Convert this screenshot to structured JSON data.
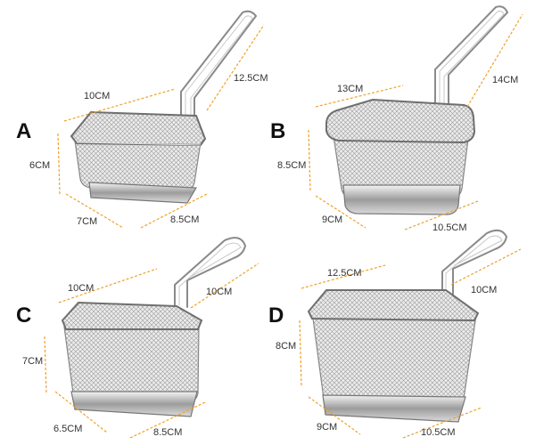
{
  "colors": {
    "accent": "#f0a22a",
    "metal": "#8a8a8a",
    "background": "#ffffff"
  },
  "panels": [
    {
      "letter": "A",
      "dims": [
        "10CM",
        "12.5CM",
        "6CM",
        "7CM",
        "8.5CM"
      ]
    },
    {
      "letter": "B",
      "dims": [
        "13CM",
        "14CM",
        "8.5CM",
        "9CM",
        "10.5CM"
      ]
    },
    {
      "letter": "C",
      "dims": [
        "10CM",
        "10CM",
        "7CM",
        "6.5CM",
        "8.5CM"
      ]
    },
    {
      "letter": "D",
      "dims": [
        "12.5CM",
        "10CM",
        "8CM",
        "9CM",
        "10.5CM"
      ]
    }
  ]
}
